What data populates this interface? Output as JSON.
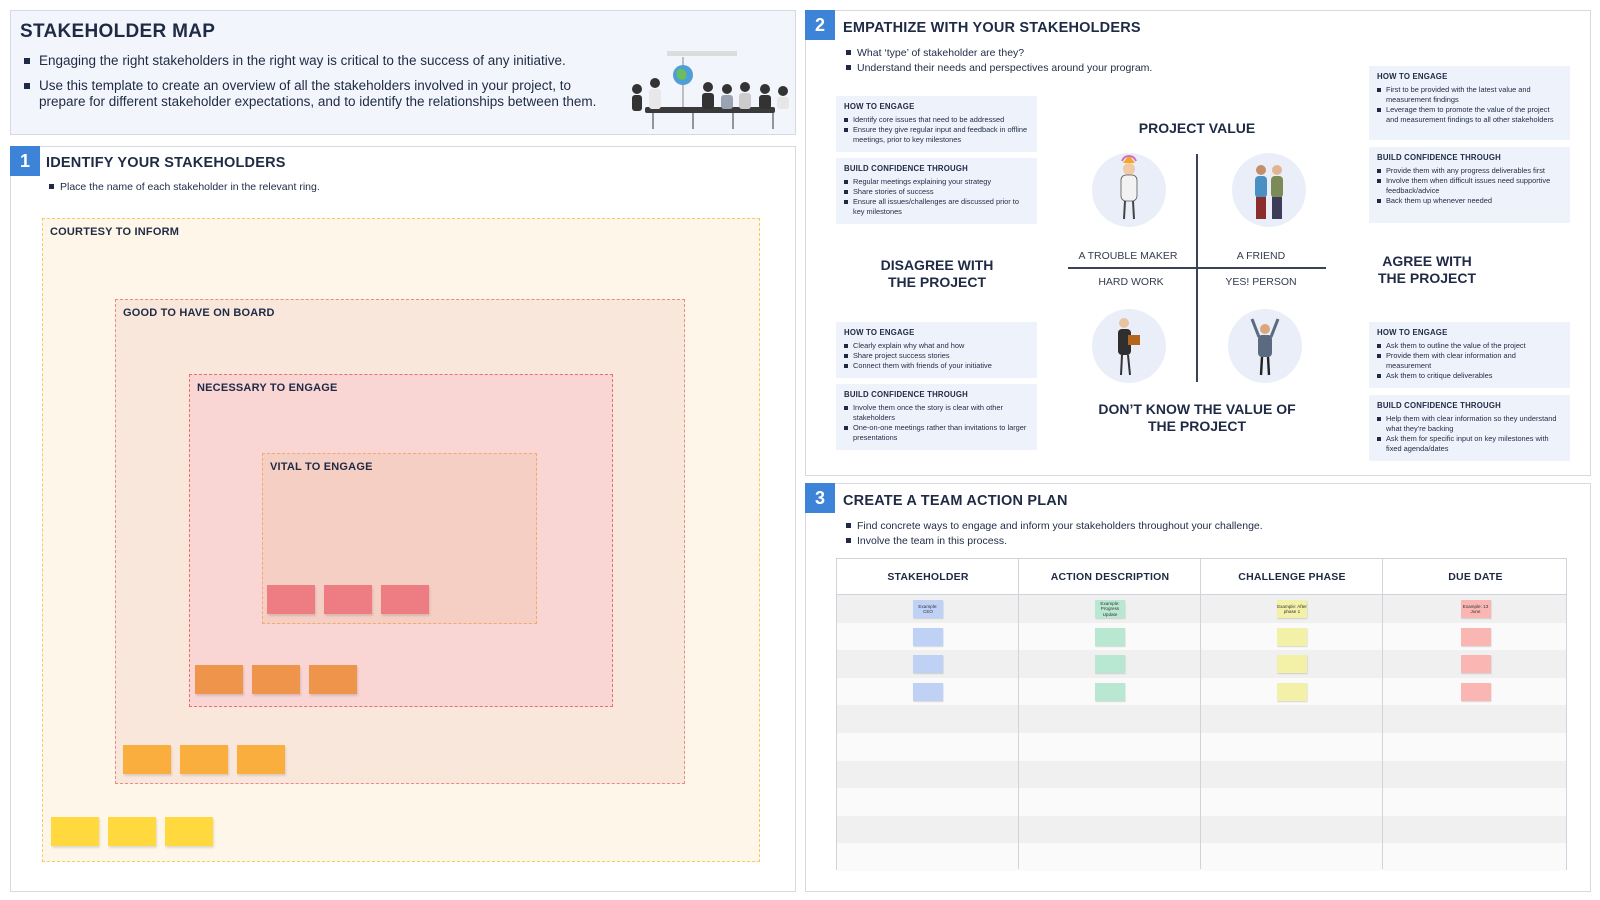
{
  "header": {
    "title": "STAKEHOLDER MAP",
    "bullets": [
      "Engaging the right stakeholders in the right way is critical to the success of any initiative.",
      "Use this template to create an overview of all the stakeholders involved in your project, to prepare for different stakeholder expectations, and to identify the relationships between them."
    ]
  },
  "section1": {
    "number": "1",
    "title": "IDENTIFY YOUR STAKEHOLDERS",
    "instruction": "Place the name of each stakeholder in the relevant ring.",
    "rings": [
      {
        "label": "COURTESY TO INFORM",
        "sticky_color": "#ffd93d",
        "sticky_count": 3
      },
      {
        "label": "GOOD TO HAVE ON BOARD",
        "sticky_color": "#f9ae3d",
        "sticky_count": 3
      },
      {
        "label": "NECESSARY TO ENGAGE",
        "sticky_color": "#ef944b",
        "sticky_count": 3
      },
      {
        "label": "VITAL TO ENGAGE",
        "sticky_color": "#ee7d83",
        "sticky_count": 3
      }
    ]
  },
  "section2": {
    "number": "2",
    "title": "EMPATHIZE WITH YOUR STAKEHOLDERS",
    "bullets": [
      "What ‘type’ of stakeholder are they?",
      "Understand their needs and perspectives around your program."
    ],
    "axes": {
      "top": "PROJECT VALUE",
      "left": "DISAGREE WITH THE PROJECT",
      "right": "AGREE WITH THE PROJECT",
      "bottom": "DON’T KNOW THE VALUE OF THE PROJECT"
    },
    "quadrants": {
      "top_left": "A TROUBLE MAKER",
      "top_right": "A FRIEND",
      "bottom_left": "HARD WORK",
      "bottom_right": "YES! PERSON"
    },
    "cards": {
      "tl_engage": {
        "heading": "HOW TO ENGAGE",
        "items": [
          "Identify core issues that need to be addressed",
          "Ensure they give regular input and feedback in offline meetings, prior to key milestones"
        ]
      },
      "tl_confidence": {
        "heading": "BUILD CONFIDENCE THROUGH",
        "items": [
          "Regular meetings explaining your strategy",
          "Share stories of success",
          "Ensure all issues/challenges are discussed prior to key milestones"
        ]
      },
      "tr_engage": {
        "heading": "HOW TO ENGAGE",
        "items": [
          "First to be provided with the latest value and measurement findings",
          "Leverage them to promote the value of the project and measurement findings to all other stakeholders"
        ]
      },
      "tr_confidence": {
        "heading": "BUILD CONFIDENCE THROUGH",
        "items": [
          "Provide them with any progress deliverables first",
          "Involve them when difficult issues need supportive feedback/advice",
          "Back them up whenever needed"
        ]
      },
      "bl_engage": {
        "heading": "HOW TO ENGAGE",
        "items": [
          "Clearly explain why what and how",
          "Share project success stories",
          "Connect them with friends of your initiative"
        ]
      },
      "bl_confidence": {
        "heading": "BUILD CONFIDENCE THROUGH",
        "items": [
          "Involve them once the story is clear with other stakeholders",
          "One-on-one meetings rather than invitations to larger presentations"
        ]
      },
      "br_engage": {
        "heading": "HOW TO ENGAGE",
        "items": [
          "Ask them to outline the value of the project",
          "Provide them with clear information and measurement",
          "Ask them to critique deliverables"
        ]
      },
      "br_confidence": {
        "heading": "BUILD CONFIDENCE THROUGH",
        "items": [
          "Help them with clear information so they understand what they’re backing",
          "Ask them for specific input on key milestones with fixed agenda/dates"
        ]
      }
    }
  },
  "section3": {
    "number": "3",
    "title": "CREATE A TEAM ACTION PLAN",
    "bullets": [
      "Find concrete ways to engage and inform your stakeholders throughout your challenge.",
      "Involve the team in this process."
    ],
    "columns": [
      "STAKEHOLDER",
      "ACTION DESCRIPTION",
      "CHALLENGE PHASE",
      "DUE DATE"
    ],
    "column_colors": [
      "#bfd2f6",
      "#b8e8d2",
      "#f3f0a8",
      "#fab6b3"
    ],
    "example_row": [
      "Example: CEO",
      "Example: Progress Update",
      "Example: After phase 1",
      "Example: 13 June"
    ],
    "total_rows": 10,
    "rows_with_notes": 4
  }
}
